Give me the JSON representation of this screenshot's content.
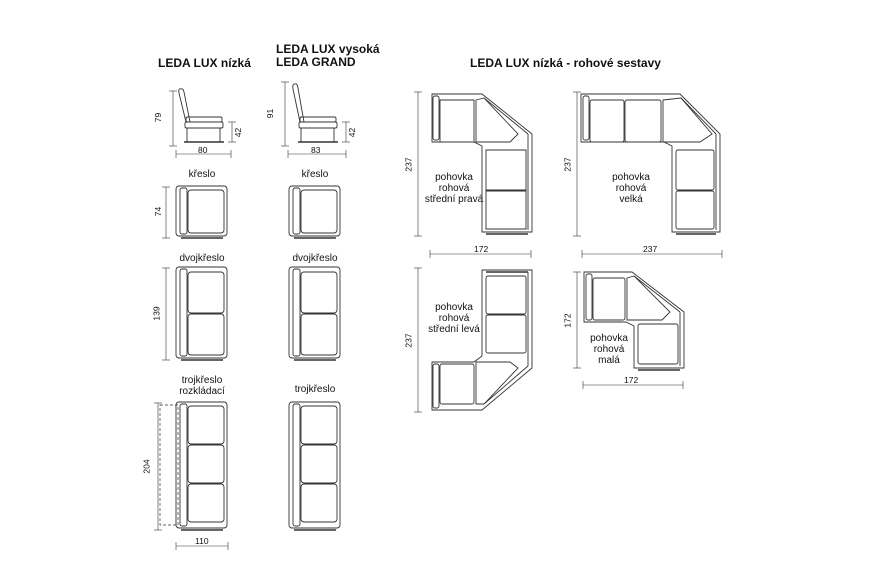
{
  "headings": {
    "col1": "LEDA LUX nízká",
    "col2_line1": "LEDA LUX vysoká",
    "col2_line2": "LEDA GRAND",
    "corner": "LEDA LUX nízká - rohové sestavy"
  },
  "labels": {
    "armchair": "křeslo",
    "loveseat": "dvojkřeslo",
    "sofa3_bed_line1": "trojkřeslo",
    "sofa3_bed_line2": "rozkládací",
    "sofa3": "trojkřeslo"
  },
  "dimensions": {
    "low_height": "79",
    "low_seat": "42",
    "low_depth": "80",
    "high_height": "91",
    "high_seat": "42",
    "high_depth": "83",
    "armchair_width": "74",
    "loveseat_width": "139",
    "sofa3_width": "204",
    "sofa3_depth": "110",
    "corner_right_height": "237",
    "corner_right_width": "172",
    "corner_large_height": "237",
    "corner_large_width": "237",
    "corner_left_height": "237",
    "corner_small_height": "172",
    "corner_small_width": "172"
  },
  "corner_sets": {
    "right": [
      "pohovka",
      "rohová",
      "střední pravá"
    ],
    "large": [
      "pohovka",
      "rohová",
      "velká"
    ],
    "left": [
      "pohovka",
      "rohová",
      "střední levá"
    ],
    "small": [
      "pohovka",
      "rohová",
      "malá"
    ]
  }
}
